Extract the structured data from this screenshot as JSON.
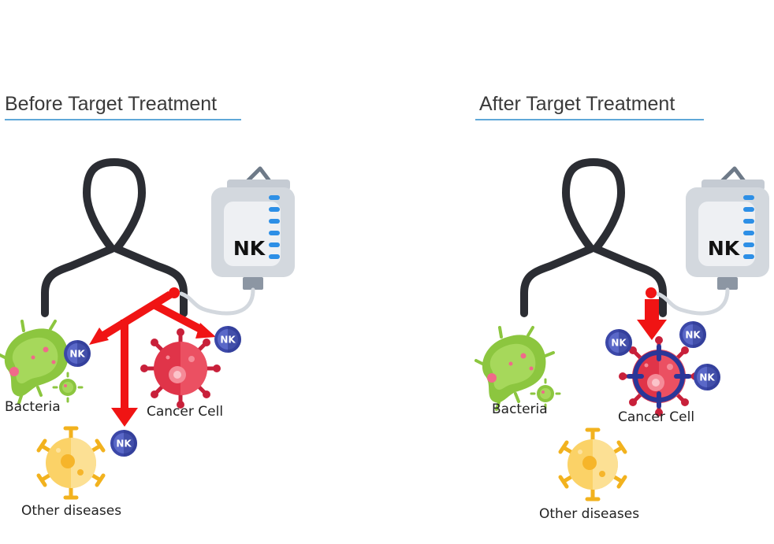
{
  "panels": {
    "before": {
      "title": "Before Target Treatment"
    },
    "after": {
      "title": "After Target Treatment"
    }
  },
  "labels": {
    "bacteria": "Bacteria",
    "cancer_cell": "Cancer Cell",
    "other_diseases": "Other diseases",
    "nk": "NK"
  },
  "colors": {
    "arrow": "#f01414",
    "title_underline": "#5fa8d8",
    "silhouette": "#2b2d33",
    "bag": "#d3d8de",
    "bag_inner": "#eef0f3",
    "bag_gauge": "#2d8fe6",
    "nk_cell": "#3b47a8",
    "cancer": "#e03449",
    "bacteria": "#8cc63f",
    "virus": "#f6c02c",
    "target": "#2a3698"
  }
}
